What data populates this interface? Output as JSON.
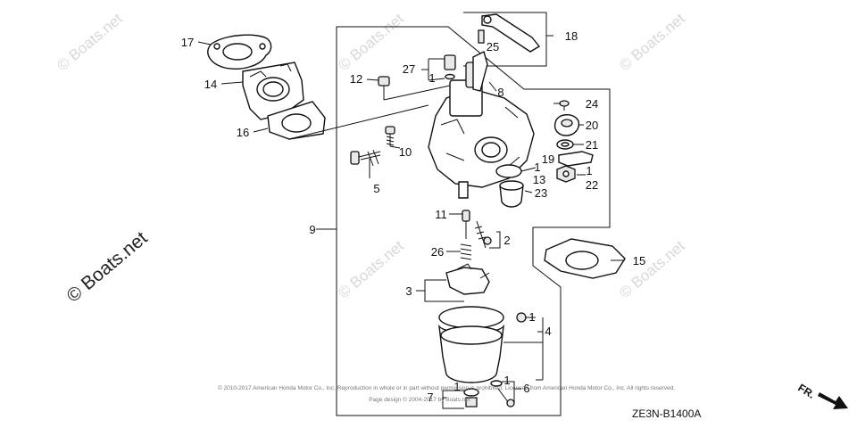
{
  "diagram": {
    "drawing_code": "ZE3N-B1400A",
    "direction_marker": "FR.",
    "watermark": "© Boats.net",
    "copyright_line_1": "© 2010-2017 American Honda Motor Co., Inc. Reproduction in whole or in part without permission is prohibited. Licensed from American Honda Motor Co., Inc. All rights reserved.",
    "copyright_line_2": "Page design © 2004-2017 by Boats.net",
    "callouts": [
      "1",
      "2",
      "3",
      "4",
      "5",
      "6",
      "7",
      "8",
      "9",
      "10",
      "11",
      "12",
      "13",
      "14",
      "15",
      "16",
      "17",
      "18",
      "19",
      "20",
      "21",
      "22",
      "23",
      "24",
      "25",
      "26",
      "27"
    ]
  }
}
